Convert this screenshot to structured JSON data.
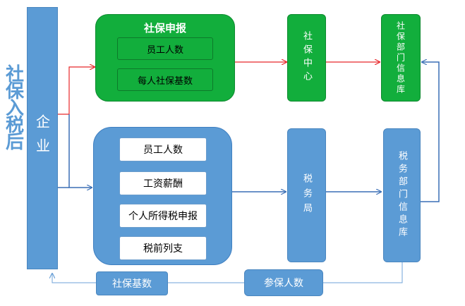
{
  "side_title": "社保入税后",
  "enterprise": "企业",
  "social_declaration": {
    "title": "社保申报",
    "items": [
      "员工人数",
      "每人社保基数"
    ]
  },
  "tax_group": {
    "items": [
      "员工人数",
      "工资薪酬",
      "个人所得税申报",
      "税前列支"
    ]
  },
  "social_center": "社保中心",
  "social_dept_db": "社保部门信息库",
  "tax_bureau": "税务局",
  "tax_dept_db": "税务部门信息库",
  "bottom": {
    "insured_count": "参保人数",
    "social_base": "社保基数"
  },
  "colors": {
    "blue": "#5b9bd5",
    "green": "#12ae3c",
    "arrow_red": "#e8272a",
    "arrow_blue": "#3a6fb5",
    "side_title": "#5b9bd5"
  }
}
